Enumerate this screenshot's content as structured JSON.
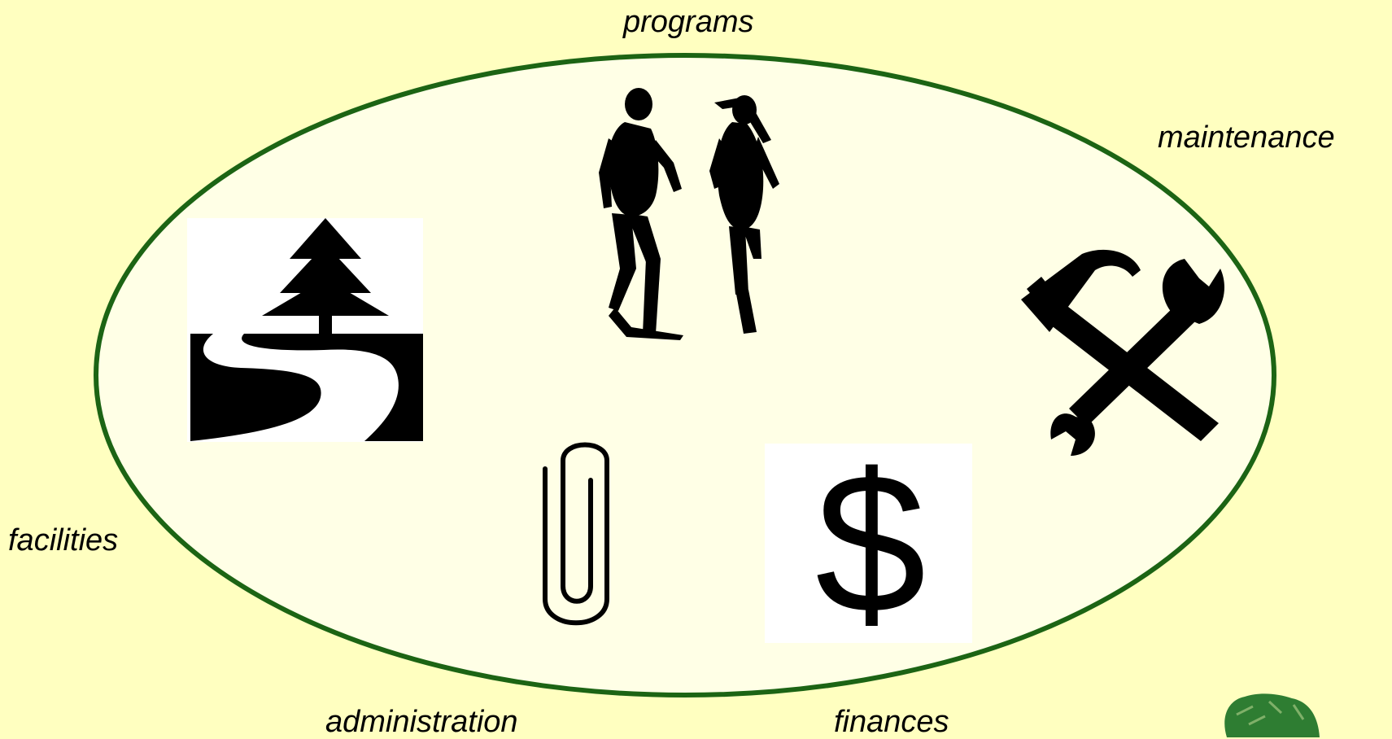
{
  "diagram": {
    "colors": {
      "background": "#FFFFC0",
      "ellipse_fill": "#FFFFE6",
      "ellipse_stroke": "#1C6414",
      "icon": "#000000",
      "logo": "#2E7D32"
    },
    "labels": {
      "programs": "programs",
      "maintenance": "maintenance",
      "facilities": "facilities",
      "administration": "administration",
      "finances": "finances"
    },
    "icons": {
      "programs": "runners-icon",
      "maintenance": "hammer-wrench-icon",
      "facilities": "tree-path-icon",
      "administration": "paperclip-icon",
      "finances": "dollar-icon",
      "corner": "tree-logo-icon"
    },
    "dollar_glyph": "$"
  }
}
